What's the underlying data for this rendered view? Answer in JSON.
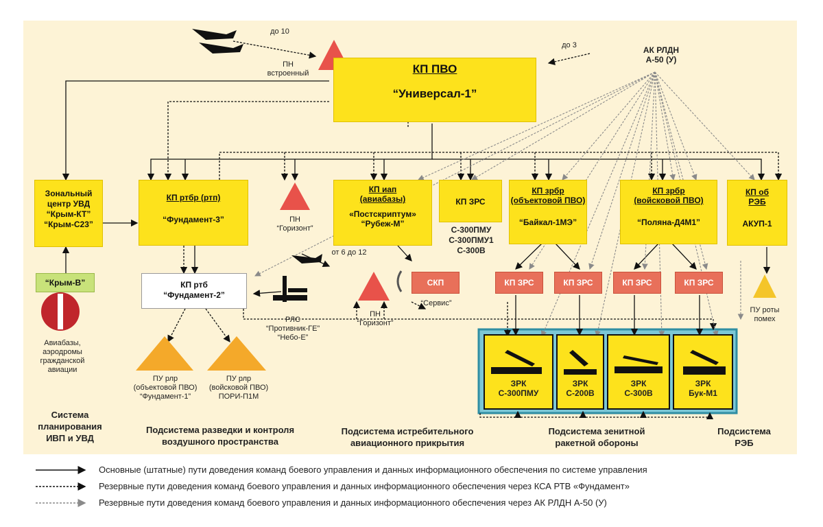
{
  "kp_pvo": {
    "title": "КП ПВО",
    "name": "“Универсал-1”"
  },
  "ak_rldn": {
    "line1": "АК РЛДН",
    "line2": "А-50 (У)",
    "link": "до 3"
  },
  "pn_embedded": {
    "link": "до 10",
    "line1": "ПН",
    "line2": "встроенный"
  },
  "uvd_center": {
    "line1": "Зональный",
    "line2": "центр УВД",
    "line3": "“Крым-КТ”",
    "line4": "“Крым-С23”"
  },
  "krym_v": {
    "label": "“Крым-В”"
  },
  "airfields": {
    "line1": "Авиабазы,",
    "line2": "аэродромы",
    "line3": "гражданской",
    "line4": "авиации"
  },
  "kp_rtbr": {
    "title": "КП ртбр (ртп)",
    "name": "“Фундамент-3”"
  },
  "pn_horizon1": {
    "line1": "ПН",
    "line2": "“Горизонт”"
  },
  "kp_iap": {
    "title1": "КП иап",
    "title2": "(авиабазы)",
    "name1": "«Постскриптум»",
    "name2": "“Рубеж-М”"
  },
  "kp_zrs": {
    "title": "КП ЗРС",
    "sub1": "С-300ПМУ",
    "sub2": "С-300ПМУ1",
    "sub3": "С-300В"
  },
  "kp_zrbr_obj": {
    "title1": "КП зрбр",
    "title2": "(объектовой ПВО)",
    "name": "“Байкал-1МЭ”"
  },
  "kp_zrbr_voisk": {
    "title1": "КП зрбр",
    "title2": "(войсковой ПВО)",
    "name": "“Поляна-Д4М1”"
  },
  "kp_reb": {
    "title1": "КП об",
    "title2": "РЭБ",
    "name": "АКУП-1"
  },
  "kp_rtb": {
    "title": "КП ртб",
    "name": "“Фундамент-2”"
  },
  "rls": {
    "line1": "РЛС",
    "line2": "“Противник-ГЕ”",
    "line3": "“Небо-Е”"
  },
  "pn_horizon2": {
    "link": "от 6 до 12",
    "line1": "ПН",
    "line2": "“Горизонт”"
  },
  "skp": {
    "label": "СКП",
    "caption": "“Сервис”"
  },
  "kp_zrs_small": [
    "КП ЗРС",
    "КП ЗРС",
    "КП ЗРС",
    "КП ЗРС"
  ],
  "pu_reb": {
    "line1": "ПУ роты",
    "line2": "помех"
  },
  "pu_rlr1": {
    "line1": "ПУ рлр",
    "line2": "(объектовой ПВО)",
    "line3": "“Фундамент-1”"
  },
  "pu_rlr2": {
    "line1": "ПУ рлр",
    "line2": "(войсковой ПВО)",
    "line3": "ПОРИ-П1М"
  },
  "zrk": [
    {
      "l1": "ЗРК",
      "l2": "С-300ПМУ"
    },
    {
      "l1": "ЗРК",
      "l2": "С-200В"
    },
    {
      "l1": "ЗРК",
      "l2": "С-300В"
    },
    {
      "l1": "ЗРК",
      "l2": "Бук-М1"
    }
  ],
  "subsystems": {
    "ivp": {
      "l1": "Система",
      "l2": "планирования",
      "l3": "ИВП и УВД"
    },
    "recon": {
      "l1": "Подсистема разведки и контроля",
      "l2": "воздушного пространства"
    },
    "fighter": {
      "l1": "Подсистема истребительного",
      "l2": "авиационного прикрытия"
    },
    "zro": {
      "l1": "Подсистема зенитной",
      "l2": "ракетной обороны"
    },
    "reb": {
      "l1": "Подсистема",
      "l2": "РЭБ"
    }
  },
  "legend": [
    "Основные (штатные) пути доведения команд боевого управления и данных информационного обеспечения по системе управления",
    "Резервные пути доведения команд боевого управления и данных информационного обеспечения через КСА РТВ «Фундамент»",
    "Резервные пути доведения команд боевого управления и данных информационного обеспечения через АК РЛДН А-50 (У)"
  ],
  "colors": {
    "box": "#fde21c",
    "panel": "#fdf3d6",
    "red": "#e8705a",
    "triangle": "#f4a92a",
    "zrk_frame": "#3a9bb0"
  }
}
